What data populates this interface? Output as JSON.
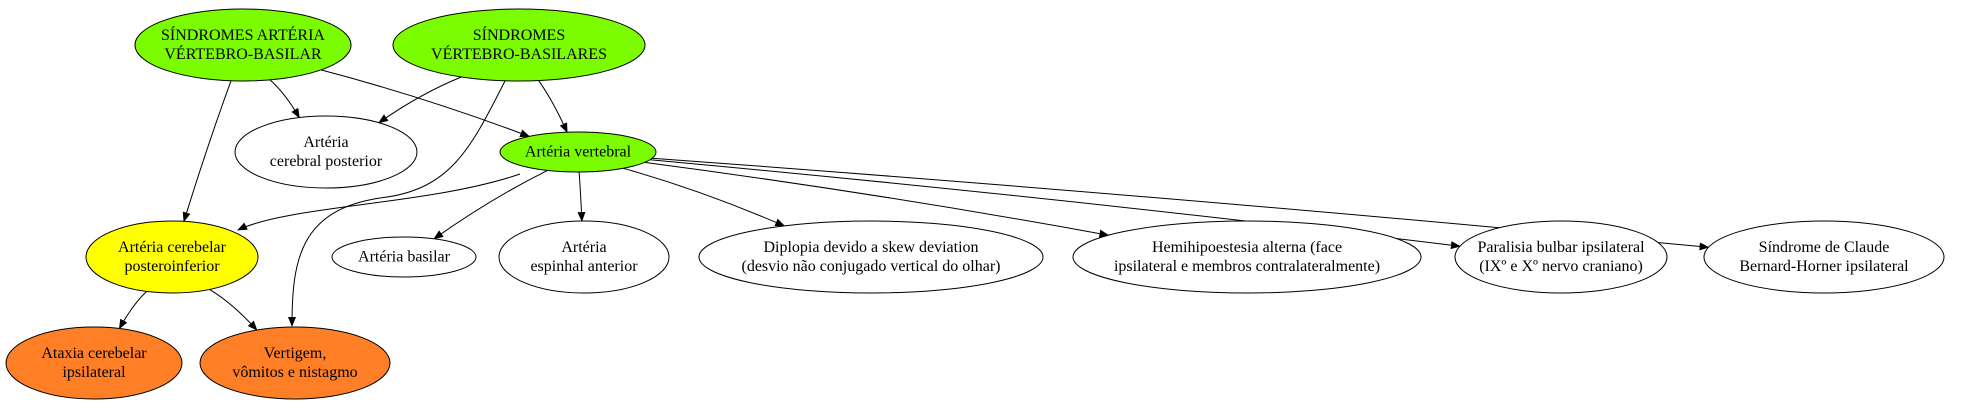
{
  "nodes": [
    {
      "id": "sind_arteria_vb",
      "lines": [
        "SÍNDROMES ARTÉRIA",
        "VÉRTEBRO-BASILAR"
      ],
      "fill": "#7cfc00"
    },
    {
      "id": "sind_vb",
      "lines": [
        "SÍNDROMES",
        "VÉRTEBRO-BASILARES"
      ],
      "fill": "#7cfc00"
    },
    {
      "id": "art_cereb_post",
      "lines": [
        "Artéria",
        "cerebral posterior"
      ],
      "fill": "#ffffff"
    },
    {
      "id": "art_vertebral",
      "lines": [
        "Artéria vertebral"
      ],
      "fill": "#7cfc00"
    },
    {
      "id": "art_cerebelar_pi",
      "lines": [
        "Artéria cerebelar",
        "posteroinferior"
      ],
      "fill": "#ffff00"
    },
    {
      "id": "art_basilar",
      "lines": [
        "Artéria basilar"
      ],
      "fill": "#ffffff"
    },
    {
      "id": "art_espinhal",
      "lines": [
        "Artéria",
        "espinhal anterior"
      ],
      "fill": "#ffffff"
    },
    {
      "id": "diplopia",
      "lines": [
        "Diplopia devido a skew deviation",
        "(desvio não conjugado vertical do olhar)"
      ],
      "fill": "#ffffff"
    },
    {
      "id": "hemihipo",
      "lines": [
        "Hemihipoestesia alterna (face",
        "ipsilateral e membros contralateralmente)"
      ],
      "fill": "#ffffff"
    },
    {
      "id": "paralisia",
      "lines": [
        "Paralisia bulbar ipsilateral",
        "(IXº e Xº nervo craniano)"
      ],
      "fill": "#ffffff"
    },
    {
      "id": "claude",
      "lines": [
        "Síndrome de Claude",
        "Bernard-Horner ipsilateral"
      ],
      "fill": "#ffffff"
    },
    {
      "id": "ataxia",
      "lines": [
        "Ataxia cerebelar",
        "ipsilateral"
      ],
      "fill": "#ff7f27"
    },
    {
      "id": "vertigem",
      "lines": [
        "Vertigem,",
        "vômitos e nistagmo"
      ],
      "fill": "#ff7f27"
    }
  ],
  "edges": [
    {
      "from": "sind_arteria_vb",
      "to": "art_cereb_post"
    },
    {
      "from": "sind_arteria_vb",
      "to": "art_vertebral"
    },
    {
      "from": "sind_arteria_vb",
      "to": "art_cerebelar_pi"
    },
    {
      "from": "sind_vb",
      "to": "art_cereb_post"
    },
    {
      "from": "sind_vb",
      "to": "art_vertebral"
    },
    {
      "from": "sind_vb",
      "to": "vertigem"
    },
    {
      "from": "art_vertebral",
      "to": "art_cerebelar_pi"
    },
    {
      "from": "art_vertebral",
      "to": "art_basilar"
    },
    {
      "from": "art_vertebral",
      "to": "art_espinhal"
    },
    {
      "from": "art_vertebral",
      "to": "diplopia"
    },
    {
      "from": "art_vertebral",
      "to": "hemihipo"
    },
    {
      "from": "art_vertebral",
      "to": "paralisia"
    },
    {
      "from": "art_vertebral",
      "to": "claude"
    },
    {
      "from": "art_cerebelar_pi",
      "to": "ataxia"
    },
    {
      "from": "art_cerebelar_pi",
      "to": "vertigem"
    }
  ]
}
